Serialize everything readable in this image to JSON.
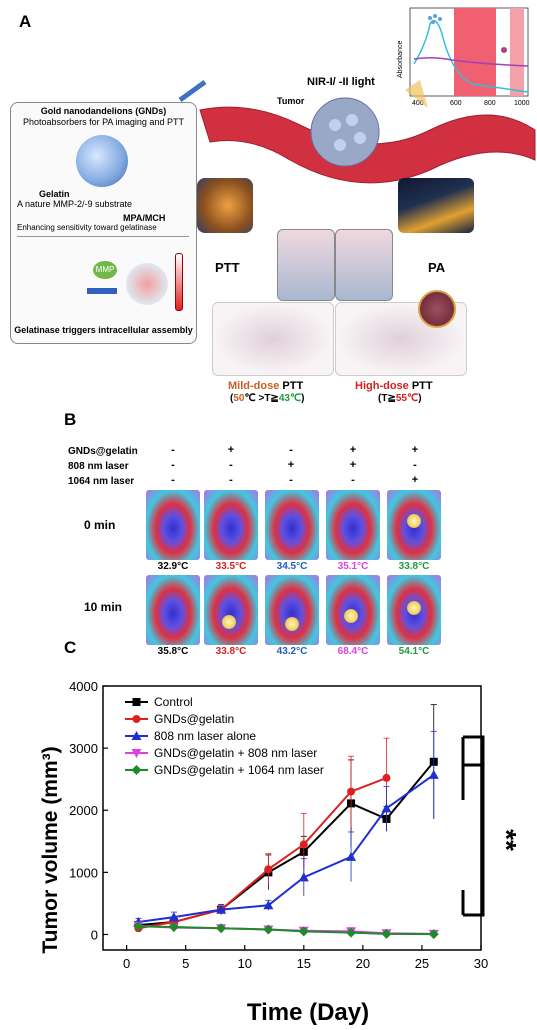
{
  "panelA": {
    "letter": "A",
    "nir_label": "NIR-I/ -II light",
    "tumor_label": "Tumor",
    "gnd_title": "Gold nanodandelions (GNDs)",
    "gnd_desc": "Photoabsorbers for PA imaging and PTT",
    "gelatin_title": "Gelatin",
    "gelatin_desc": "A nature MMP-2/-9 substrate",
    "mpa_title": "MPA/MCH",
    "mpa_desc": "Enhancing sensitivity toward gelatinase",
    "mmp_label": "MMP",
    "assembly_label": "Gelatinase triggers intracellular assembly",
    "ptt_label": "PTT",
    "pa_label": "PA",
    "absorbance_label": "Absorbance",
    "abs_ticks": [
      "400",
      "600",
      "800",
      "1000"
    ],
    "mild_prefix": "Mild-dose",
    "mild_suffix": "PTT",
    "mild_temp_a": "50",
    "mild_temp_mid": "℃ >T≧",
    "mild_temp_b": "43",
    "mild_temp_unit": "℃",
    "high_prefix": "High-dose",
    "high_suffix": "PTT",
    "high_temp_pre": "(T≧",
    "high_temp_val": "55",
    "high_temp_unit": "℃",
    "mild_open": "(",
    "mild_close": ")",
    "high_close": ")"
  },
  "panelB": {
    "letter": "B",
    "rows": [
      {
        "label": "GNDs@gelatin",
        "signs": [
          "-",
          "+",
          "-",
          "+",
          "+"
        ]
      },
      {
        "label": "808 nm laser",
        "signs": [
          "-",
          "-",
          "+",
          "+",
          "-"
        ]
      },
      {
        "label": "1064 nm laser",
        "signs": [
          "-",
          "-",
          "-",
          "-",
          "+"
        ]
      }
    ],
    "times": [
      "0 min",
      "10 min"
    ],
    "temps_0": [
      "32.9°C",
      "33.5°C",
      "34.5°C",
      "35.1°C",
      "33.8°C"
    ],
    "temps_10": [
      "35.8°C",
      "33.8°C",
      "43.2°C",
      "68.4°C",
      "54.1°C"
    ],
    "temp_colors": [
      "#000000",
      "#d42020",
      "#1f5fbf",
      "#e040e0",
      "#1e9a3a"
    ]
  },
  "panelC": {
    "letter": "C",
    "significance": "**"
  },
  "chart_data": {
    "type": "line",
    "xlabel": "Time (Day)",
    "ylabel": "Tumor volume (mm³)",
    "xlim": [
      -2,
      30
    ],
    "ylim": [
      -250,
      4000
    ],
    "xticks": [
      0,
      5,
      10,
      15,
      20,
      25,
      30
    ],
    "yticks": [
      0,
      1000,
      2000,
      3000,
      4000
    ],
    "legend_position": "top-left",
    "series": [
      {
        "name": "Control",
        "color": "#000000",
        "marker": "square",
        "x": [
          1,
          4,
          8,
          12,
          15,
          19,
          22,
          26
        ],
        "y": [
          150,
          200,
          400,
          1000,
          1330,
          2110,
          1860,
          2780
        ],
        "err": [
          50,
          80,
          80,
          280,
          250,
          700,
          200,
          920
        ]
      },
      {
        "name": "GNDs@gelatin",
        "color": "#e02020",
        "marker": "circle",
        "x": [
          1,
          4,
          8,
          12,
          15,
          19,
          22
        ],
        "y": [
          100,
          200,
          400,
          1050,
          1450,
          2300,
          2520
        ],
        "err": [
          40,
          80,
          80,
          250,
          500,
          570,
          640
        ]
      },
      {
        "name": "808 nm laser alone",
        "color": "#1f2fd0",
        "marker": "triangle-up",
        "x": [
          1,
          4,
          8,
          12,
          15,
          19,
          22,
          26
        ],
        "y": [
          200,
          280,
          400,
          470,
          920,
          1250,
          2030,
          2570
        ],
        "err": [
          60,
          80,
          80,
          80,
          300,
          400,
          350,
          700
        ]
      },
      {
        "name": "GNDs@gelatin + 808 nm laser",
        "color": "#e040e0",
        "marker": "triangle-down",
        "x": [
          1,
          4,
          8,
          12,
          15,
          19,
          22,
          26
        ],
        "y": [
          140,
          110,
          100,
          80,
          60,
          50,
          20,
          10
        ],
        "err": [
          30,
          30,
          30,
          30,
          30,
          60,
          30,
          10
        ]
      },
      {
        "name": "GNDs@gelatin + 1064 nm laser",
        "color": "#1e8a2a",
        "marker": "diamond",
        "x": [
          1,
          4,
          8,
          12,
          15,
          19,
          22,
          26
        ],
        "y": [
          130,
          120,
          100,
          80,
          50,
          30,
          10,
          5
        ],
        "err": [
          30,
          30,
          30,
          30,
          30,
          30,
          20,
          10
        ]
      }
    ]
  }
}
